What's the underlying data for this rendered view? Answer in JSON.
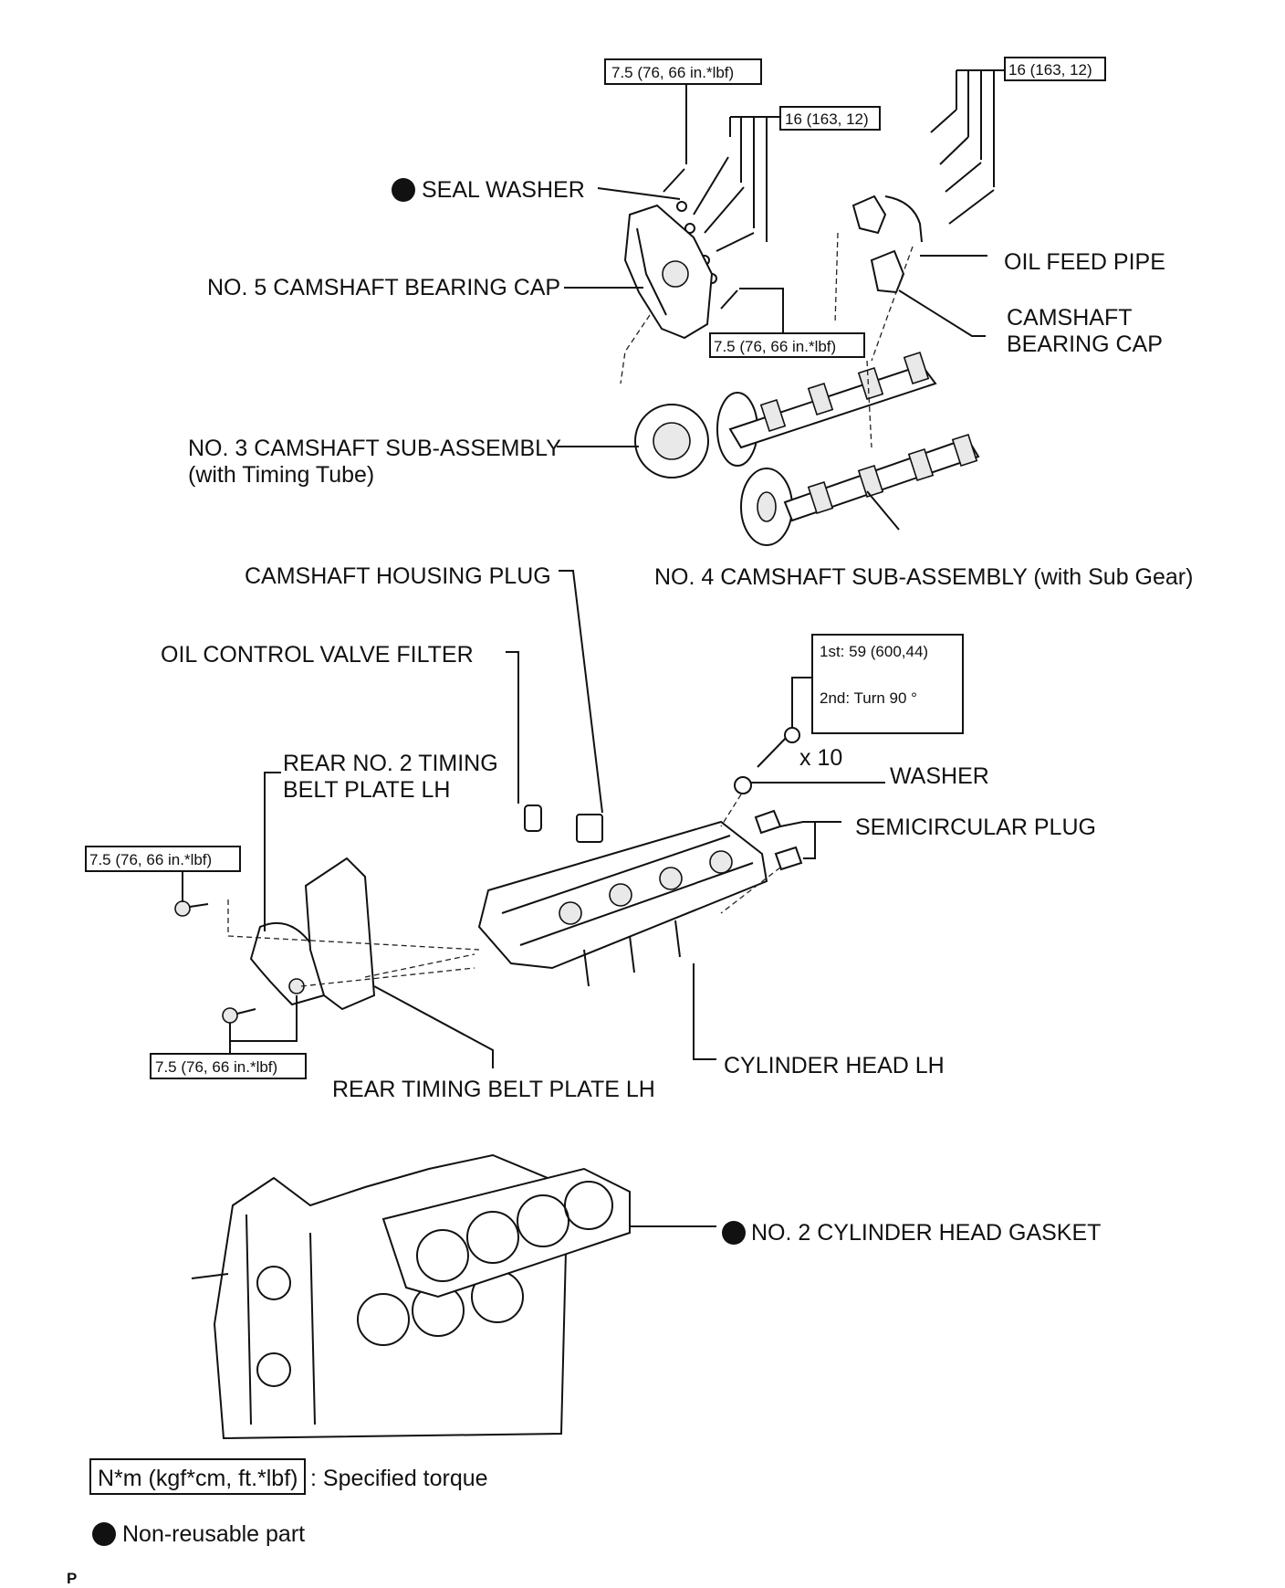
{
  "labels": {
    "seal_washer": "SEAL WASHER",
    "no5_cap": "NO. 5 CAMSHAFT BEARING CAP",
    "oil_feed_pipe": "OIL FEED PIPE",
    "cam_cap_1": "CAMSHAFT",
    "cam_cap_2": "BEARING CAP",
    "no3_cam_1": "NO. 3 CAMSHAFT SUB-ASSEMBLY",
    "no3_cam_2": "(with Timing Tube)",
    "housing_plug": "CAMSHAFT HOUSING PLUG",
    "no4_cam": "NO. 4 CAMSHAFT SUB-ASSEMBLY (with Sub Gear)",
    "ocv_filter": "OIL CONTROL VALVE FILTER",
    "rear_no2_1": "REAR NO. 2 TIMING",
    "rear_no2_2": "BELT PLATE LH",
    "washer": "WASHER",
    "x10": "x 10",
    "semicircular": "SEMICIRCULAR PLUG",
    "rear_plate": "REAR TIMING BELT PLATE LH",
    "cyl_head": "CYLINDER HEAD LH",
    "gasket": "NO. 2 CYLINDER HEAD GASKET"
  },
  "torques": {
    "t1": "7.5 (76, 66 in.*lbf)",
    "t2": "16 (163, 12)",
    "t3": "16 (163, 12)",
    "t4": "7.5 (76, 66 in.*lbf)",
    "t5": "7.5 (76, 66 in.*lbf)",
    "t6": "7.5 (76, 66 in.*lbf)",
    "head_1": "1st: 59 (600,44)",
    "head_2": "2nd:  Turn 90 °"
  },
  "legend": {
    "torque_box": "N*m (kgf*cm, ft.*lbf)",
    "torque_desc": ": Specified torque",
    "nonreusable": "Non-reusable part"
  },
  "corner_mark": "P"
}
